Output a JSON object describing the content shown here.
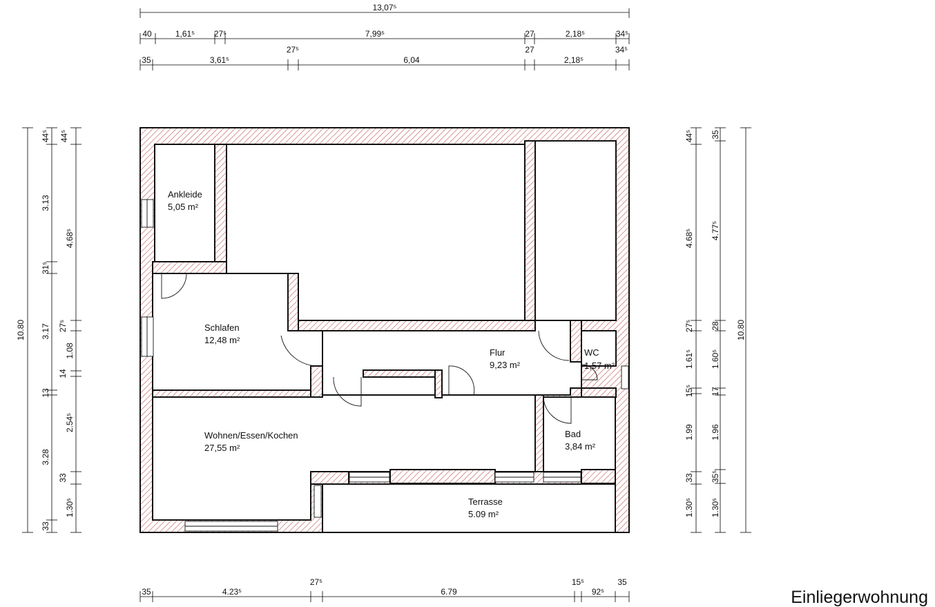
{
  "title": "Einliegerwohnung",
  "rooms": {
    "ankleide": {
      "name": "Ankleide",
      "area": "5,05 m²"
    },
    "schlafen": {
      "name": "Schlafen",
      "area": "12,48 m²"
    },
    "flur": {
      "name": "Flur",
      "area": "9,23 m²"
    },
    "wc": {
      "name": "WC",
      "area": "1,57 m²"
    },
    "bad": {
      "name": "Bad",
      "area": "3,84 m²"
    },
    "wohnen": {
      "name": "Wohnen/Essen/Kochen",
      "area": "27,55 m²"
    },
    "terrasse": {
      "name": "Terrasse",
      "area": "5.09 m²"
    }
  },
  "dims": {
    "top_total": "13,07⁵",
    "top_row1": [
      "40",
      "1,61⁵",
      "27⁵",
      "7,99⁵",
      "27",
      "2,18⁵",
      "34⁵"
    ],
    "top_row2": [
      "35",
      "3,61⁵",
      "27⁵",
      "6,04",
      "27",
      "2,18⁵",
      "34⁵"
    ],
    "bottom_row": [
      "35",
      "4.23⁵",
      "27⁵",
      "6.79",
      "15⁵",
      "92⁵",
      "35"
    ],
    "left_outer": [
      "44⁵",
      "3.13",
      "31⁵",
      "3.17",
      "13",
      "3.28",
      "33"
    ],
    "left_inner": [
      "44⁵",
      "4.68⁵",
      "27⁵",
      "1.08",
      "14",
      "2.54⁵",
      "33",
      "1.30⁵"
    ],
    "left_total": "10.80",
    "right_inner1": [
      "44⁵",
      "4.68⁵",
      "27⁵",
      "1.61⁵",
      "15⁵",
      "1.99",
      "33",
      "1.30⁵"
    ],
    "right_inner2": [
      "35",
      "4.77⁵",
      "28",
      "1.60⁵",
      "17",
      "1.96",
      "35⁵",
      "1.30⁵"
    ],
    "right_total": "10.80"
  }
}
